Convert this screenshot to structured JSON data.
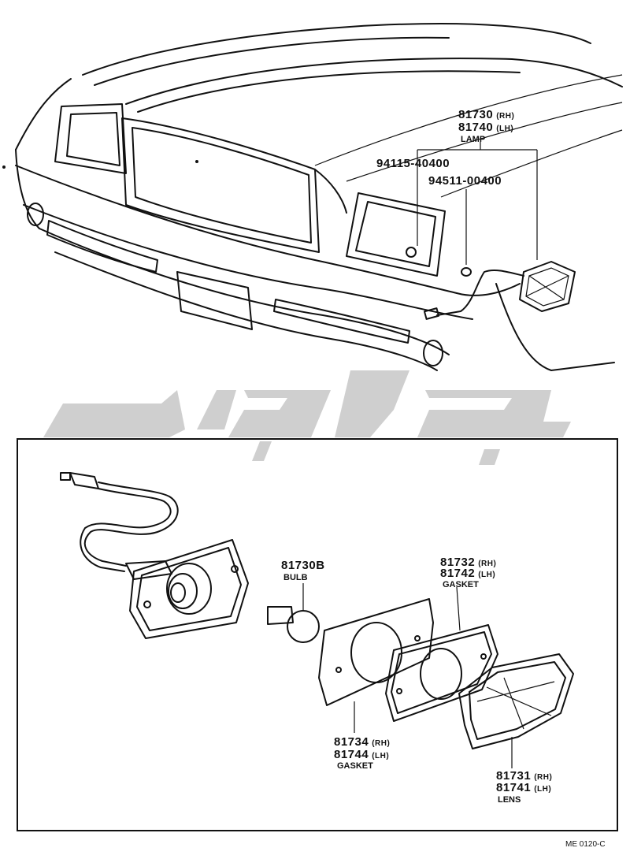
{
  "callouts": {
    "lamp": {
      "num_rh": "81730",
      "side_rh": "(RH)",
      "num_lh": "81740",
      "side_lh": "(LH)",
      "name": "LAMP"
    },
    "nut": {
      "num": "94115-40400"
    },
    "washer": {
      "num": "94511-00400"
    },
    "bulb": {
      "num": "81730B",
      "name": "BULB"
    },
    "gasket_outer": {
      "num_rh": "81732",
      "side_rh": "(RH)",
      "num_lh": "81742",
      "side_lh": "(LH)",
      "name": "GASKET"
    },
    "gasket_inner": {
      "num_rh": "81734",
      "side_rh": "(RH)",
      "num_lh": "81744",
      "side_lh": "(LH)",
      "name": "GASKET"
    },
    "lens": {
      "num_rh": "81731",
      "side_rh": "(RH)",
      "num_lh": "81741",
      "side_lh": "(LH)",
      "name": "LENS"
    }
  },
  "diagram_code": "ME 0120-C",
  "watermark": {
    "color": "#cfcfcf"
  }
}
